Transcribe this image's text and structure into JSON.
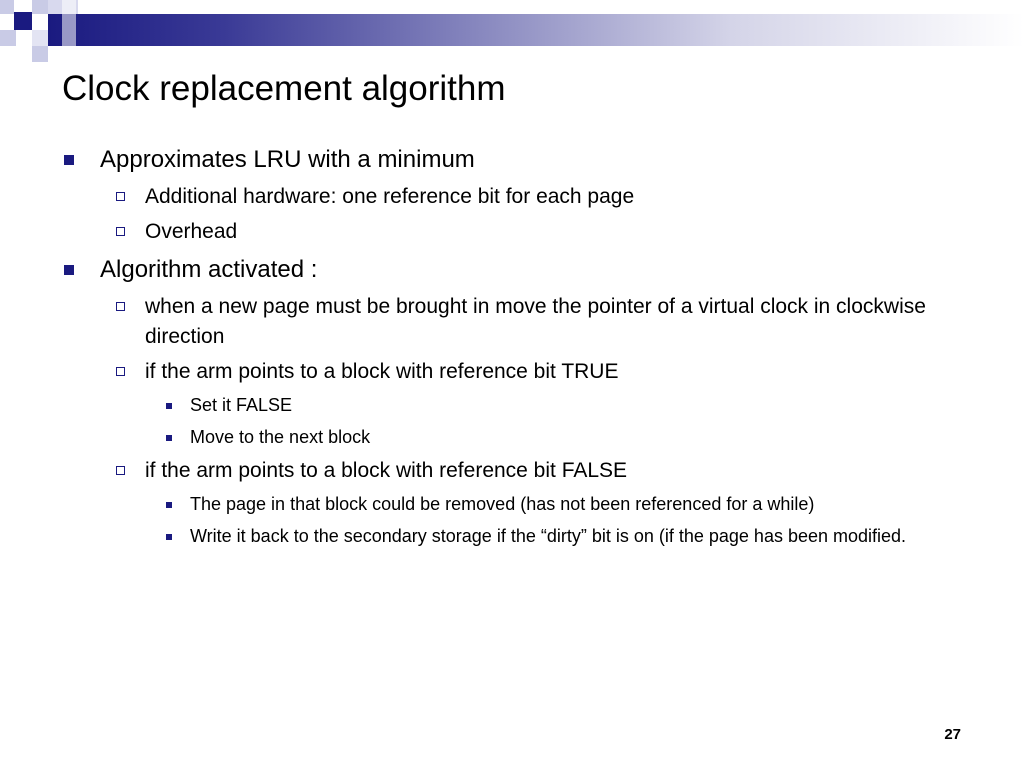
{
  "slide": {
    "title": "Clock replacement algorithm",
    "bullets": [
      {
        "text": "Approximates LRU with a minimum",
        "children": [
          {
            "text": "Additional hardware: one reference bit for each page"
          },
          {
            "text": "Overhead"
          }
        ]
      },
      {
        "text": "Algorithm activated :",
        "children": [
          {
            "text": "when a new page must be brought in move the pointer of a virtual clock in clockwise direction"
          },
          {
            "text": "if the arm points to a block with reference bit TRUE",
            "children": [
              {
                "text": "Set it FALSE"
              },
              {
                "text": "Move to the next block"
              }
            ]
          },
          {
            "text": "if the arm points to a block with reference bit FALSE",
            "children": [
              {
                "text": "The page in that block could be removed (has not been referenced for a while)"
              },
              {
                "text": "Write it back to the secondary storage if the “dirty” bit is on (if the page has been modified."
              }
            ]
          }
        ]
      }
    ],
    "page_number": "27"
  },
  "colors": {
    "accent": "#1a1a80",
    "text": "#000000",
    "background": "#ffffff"
  },
  "icons": {
    "level1_bullet": "filled-square-bullet-icon",
    "level2_bullet": "hollow-square-bullet-icon",
    "level3_bullet": "small-filled-square-bullet-icon"
  }
}
